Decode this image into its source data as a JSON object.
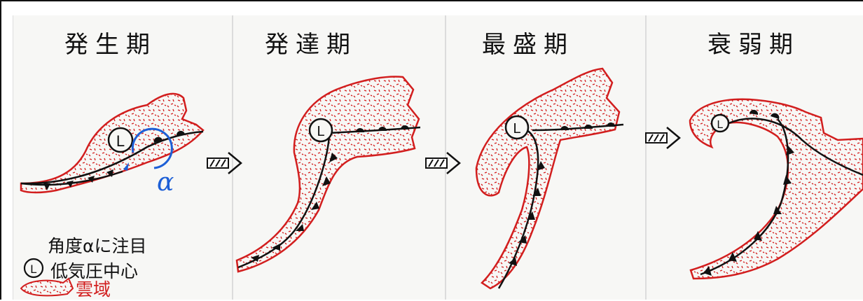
{
  "stages": [
    {
      "title": "発生期"
    },
    {
      "title": "発達期"
    },
    {
      "title": "最盛期"
    },
    {
      "title": "衰弱期"
    }
  ],
  "angle_symbol": "α",
  "legend": {
    "note": "角度αに注目",
    "low_center_symbol": "L",
    "low_center_label": "低気圧中心",
    "cloud_label": "雲域"
  },
  "colors": {
    "cloud_outline": "#d21e1e",
    "front": "#111111",
    "angle_arc": "#1d5fd6",
    "background": "#f7f7f5"
  }
}
